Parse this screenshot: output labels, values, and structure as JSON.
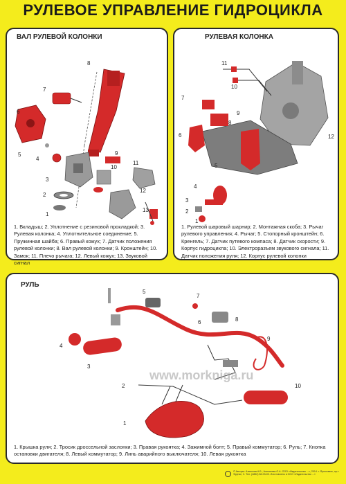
{
  "page": {
    "title": "РУЛЕВОЕ УПРАВЛЕНИЕ ГИДРОЦИКЛА"
  },
  "colors": {
    "background": "#f4ec1c",
    "part_red": "#d42a2a",
    "part_gray": "#9a9a9a",
    "text": "#222222"
  },
  "panels": {
    "shaft": {
      "title": "ВАЛ РУЛЕВОЙ КОЛОНКИ",
      "caption": "1. Вкладыш; 2. Уплотнение с резиновой прокладкой; 3. Рулевая колонка; 4. Уплотнительное соединение; 5. Пружинная шайба; 6. Правый кожух; 7. Датчик положения рулевой колонки; 8. Вал рулевой колонки; 9. Кронштейн; 10. Замок; 11. Плечо рычага; 12. Левый кожух; 13. Звуковой сигнал",
      "callouts": [
        "1",
        "2",
        "3",
        "4",
        "5",
        "6",
        "7",
        "8",
        "9",
        "10",
        "11",
        "12",
        "13"
      ]
    },
    "column": {
      "title": "РУЛЕВАЯ КОЛОНКА",
      "caption": "1. Рулевой шаровый шарнир; 2. Монтажная скоба; 3. Рычаг рулевого управления; 4. Рычаг; 5. Стопорный кронштейн; 6. Кренгель; 7. Датчик путевого компаса; 8. Датчик скорости; 9. Корпус гидроцикла; 10. Электроразъем звукового сигнала; 11. Датчик положения руля; 12. Корпус рулевой колонки",
      "callouts": [
        "1",
        "2",
        "3",
        "4",
        "5",
        "6",
        "7",
        "8",
        "9",
        "10",
        "11",
        "12"
      ]
    },
    "wheel": {
      "title": "РУЛЬ",
      "caption": "1. Крышка руля; 2. Тросик дроссельной заслонки; 3. Правая рукоятка; 4. Зажимной болт; 5. Правый коммутатор; 6. Руль; 7. Кнопка остановки двигателя; 8. Левый коммутатор; 9. Линь аварийного выключателя; 10. Левая рукоятка",
      "callouts": [
        "1",
        "2",
        "3",
        "4",
        "5",
        "6",
        "7",
        "8",
        "9",
        "10"
      ]
    }
  },
  "watermark": "www.morkniga.ru",
  "footer": "© Авторы: Алексеев А.Б., Алексеева О.А. ООО «Издательство ...», 2014. г. Ярославль, пр-т Фрунзе, 3. Тел. (4852) 58-03-00. Изготовлено в ООО «Издательство ...»"
}
